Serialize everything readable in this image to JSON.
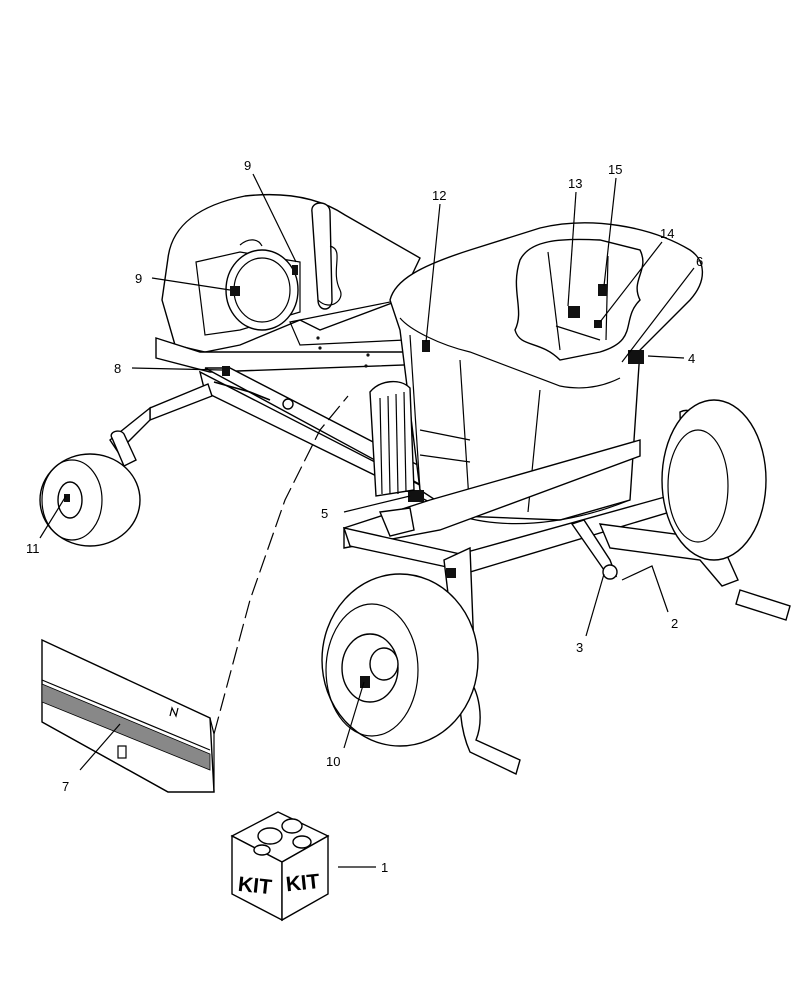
{
  "diagram": {
    "callouts": [
      {
        "id": "c1",
        "label": "1"
      },
      {
        "id": "c2",
        "label": "2"
      },
      {
        "id": "c3",
        "label": "3"
      },
      {
        "id": "c4",
        "label": "4"
      },
      {
        "id": "c5",
        "label": "5"
      },
      {
        "id": "c6",
        "label": "6"
      },
      {
        "id": "c7",
        "label": "7"
      },
      {
        "id": "c8",
        "label": "8"
      },
      {
        "id": "c9a",
        "label": "9"
      },
      {
        "id": "c9b",
        "label": "9"
      },
      {
        "id": "c10",
        "label": "10"
      },
      {
        "id": "c11",
        "label": "11"
      },
      {
        "id": "c12",
        "label": "12"
      },
      {
        "id": "c13",
        "label": "13"
      },
      {
        "id": "c14",
        "label": "14"
      },
      {
        "id": "c15",
        "label": "15"
      }
    ],
    "kit_box": {
      "left_label": "KIT",
      "right_label": "KIT"
    }
  }
}
